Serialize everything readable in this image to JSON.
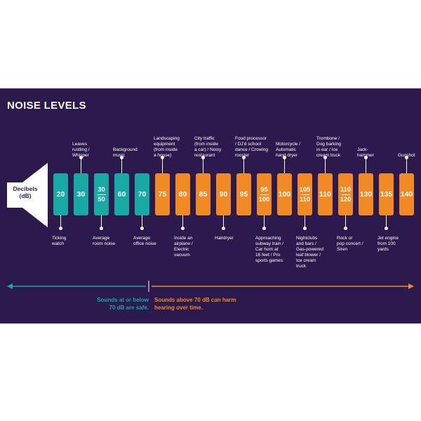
{
  "title": "NOISE LEVELS",
  "axis_label": [
    "Decibels",
    "(dB)"
  ],
  "colors": {
    "background": "#2c1a4e",
    "safe": "#17a9a4",
    "harmful": "#f18a22",
    "text": "#ffffff"
  },
  "levels": [
    {
      "value": "20",
      "zone": "safe",
      "label": "Ticking\nwatch",
      "position": "below"
    },
    {
      "value": "30",
      "zone": "safe",
      "label": "Leaves\nrustling /\nWhisper",
      "position": "above"
    },
    {
      "value": "30/50",
      "zone": "safe",
      "label": "Average\nroom noise",
      "position": "below"
    },
    {
      "value": "60",
      "zone": "safe",
      "label": "Background\nmusic",
      "position": "above"
    },
    {
      "value": "70",
      "zone": "safe",
      "label": "Average\noffice noise",
      "position": "below"
    },
    {
      "value": "75",
      "zone": "harmful",
      "label": "Landscaping\nequipment\n(from inside\na house)",
      "position": "above"
    },
    {
      "value": "80",
      "zone": "harmful",
      "label": "Inside an\nairplane /\nElectric\nvacuum",
      "position": "below"
    },
    {
      "value": "85",
      "zone": "harmful",
      "label": "City traffic\n(from inside\na car) / Noisy\nrestaurant",
      "position": "above"
    },
    {
      "value": "90",
      "zone": "harmful",
      "label": "Hairdryer",
      "position": "below"
    },
    {
      "value": "95",
      "zone": "harmful",
      "label": "Food processor\n/ DJ'd school\ndance / Crowing\nrooster",
      "position": "above"
    },
    {
      "value": "95/100",
      "zone": "harmful",
      "label": "Approaching\nsubway train /\nCar horn at\n16 feet / Pro\nsports games",
      "position": "below"
    },
    {
      "value": "100",
      "zone": "harmful",
      "label": "Motorcycle /\nAutomatic\nhand dryer",
      "position": "above"
    },
    {
      "value": "105/110",
      "zone": "harmful",
      "label": "Nightclubs\nand bars /\nGas-powered\nleaf blower /\nIce cream\ntruck",
      "position": "below"
    },
    {
      "value": "110",
      "zone": "harmful",
      "label": "Trombone /\nDog barking\nin ear / Ice\ncream truck",
      "position": "above"
    },
    {
      "value": "110/120",
      "zone": "harmful",
      "label": "Rock or\npop concert /\nSiren",
      "position": "below"
    },
    {
      "value": "130",
      "zone": "harmful",
      "label": "Jack-\nhammer",
      "position": "above"
    },
    {
      "value": "135",
      "zone": "harmful",
      "label": "Jet engine\nfrom 100\nyards",
      "position": "below"
    },
    {
      "value": "140",
      "zone": "harmful",
      "label": "Gunshot",
      "position": "above"
    }
  ],
  "notes": {
    "safe": "Sounds at or below\n70 dB are safe.",
    "harmful": "Sounds above 70 dB can harm\nhearing over time."
  }
}
